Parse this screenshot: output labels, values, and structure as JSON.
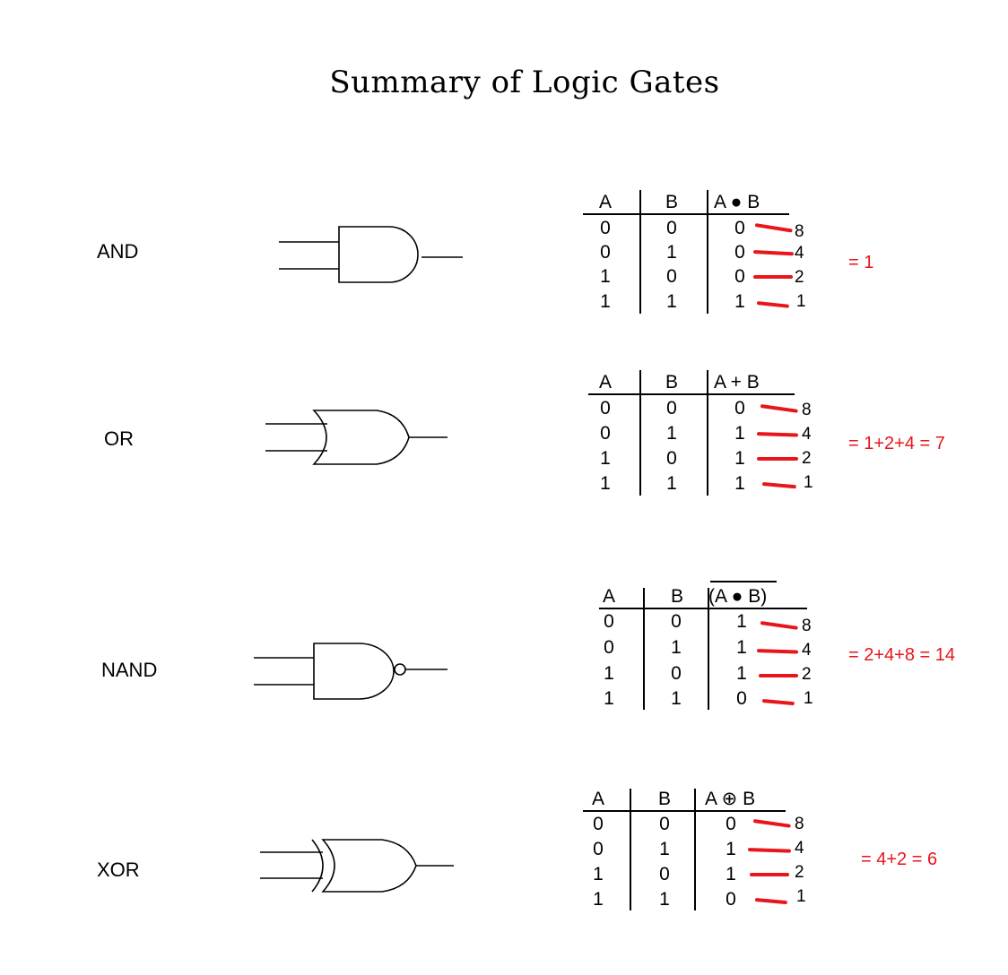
{
  "title": "Summary of Logic Gates",
  "colors": {
    "ink": "#000000",
    "annotation": "#e8151b"
  },
  "headers": {
    "a": "A",
    "b": "B"
  },
  "gates": [
    {
      "id": "and",
      "label": "AND",
      "symbol": "and-gate-icon",
      "output_header": "A ● B",
      "overbar": false,
      "rows": [
        [
          "0",
          "0",
          "0"
        ],
        [
          "0",
          "1",
          "0"
        ],
        [
          "1",
          "0",
          "0"
        ],
        [
          "1",
          "1",
          "1"
        ]
      ],
      "weights": [
        "8",
        "4",
        "2",
        "1"
      ],
      "sum": "= 1"
    },
    {
      "id": "or",
      "label": "OR",
      "symbol": "or-gate-icon",
      "output_header": "A + B",
      "overbar": false,
      "rows": [
        [
          "0",
          "0",
          "0"
        ],
        [
          "0",
          "1",
          "1"
        ],
        [
          "1",
          "0",
          "1"
        ],
        [
          "1",
          "1",
          "1"
        ]
      ],
      "weights": [
        "8",
        "4",
        "2",
        "1"
      ],
      "sum": "= 1+2+4 = 7"
    },
    {
      "id": "nand",
      "label": "NAND",
      "symbol": "nand-gate-icon",
      "output_header": "(A ● B)",
      "overbar": true,
      "rows": [
        [
          "0",
          "0",
          "1"
        ],
        [
          "0",
          "1",
          "1"
        ],
        [
          "1",
          "0",
          "1"
        ],
        [
          "1",
          "1",
          "0"
        ]
      ],
      "weights": [
        "8",
        "4",
        "2",
        "1"
      ],
      "sum": "= 2+4+8 = 14"
    },
    {
      "id": "xor",
      "label": "XOR",
      "symbol": "xor-gate-icon",
      "output_header": "A ⊕ B",
      "overbar": false,
      "rows": [
        [
          "0",
          "0",
          "0"
        ],
        [
          "0",
          "1",
          "1"
        ],
        [
          "1",
          "0",
          "1"
        ],
        [
          "1",
          "1",
          "0"
        ]
      ],
      "weights": [
        "8",
        "4",
        "2",
        "1"
      ],
      "sum": "= 4+2 = 6"
    }
  ]
}
